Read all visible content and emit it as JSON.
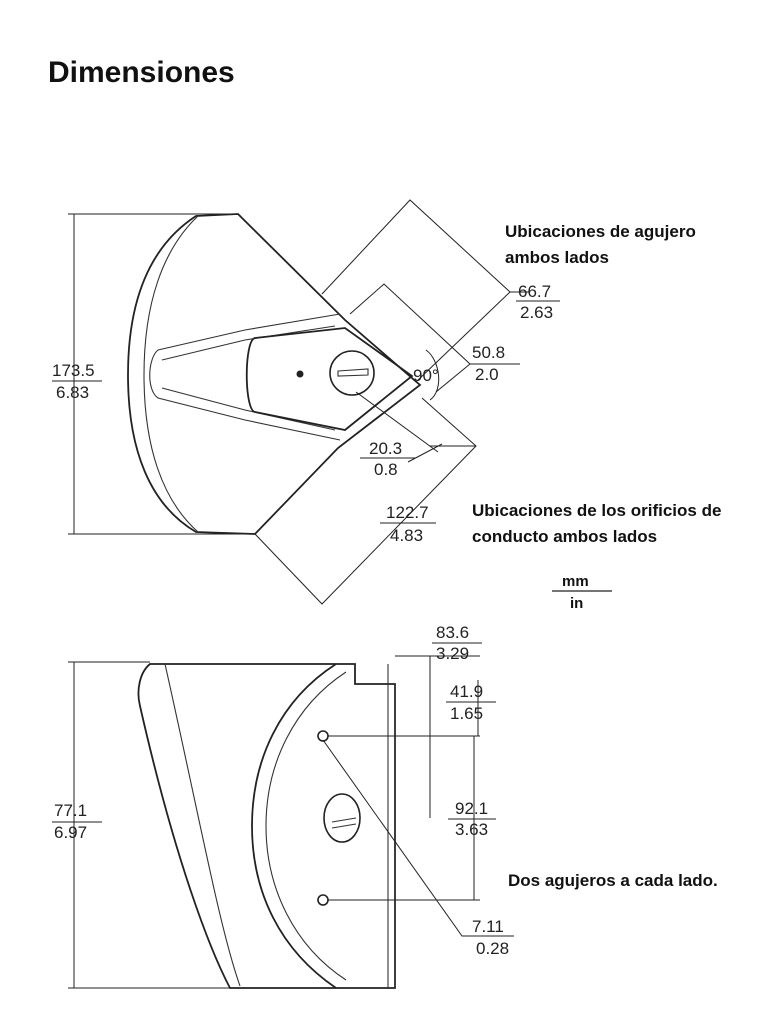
{
  "title": "Dimensiones",
  "notes": {
    "hole_locations": [
      "Ubicaciones de agujero",
      "ambos lados"
    ],
    "conduit_locations": [
      "Ubicaciones de los orificios de",
      "conducto ambos lados"
    ],
    "two_holes": "Dos agujeros a cada lado."
  },
  "units": {
    "top": "mm",
    "bottom": "in"
  },
  "top_view": {
    "height": {
      "mm": "173.5",
      "in": "6.83"
    },
    "d1": {
      "mm": "66.7",
      "in": "2.63"
    },
    "d2": {
      "mm": "50.8",
      "in": "2.0"
    },
    "d3": {
      "mm": "20.3",
      "in": "0.8"
    },
    "d4": {
      "mm": "122.7",
      "in": "4.83"
    },
    "angle": "90°"
  },
  "side_view": {
    "height": {
      "mm": "77.1",
      "in": "6.97"
    },
    "depth": {
      "mm": "83.6",
      "in": "3.29"
    },
    "offset": {
      "mm": "41.9",
      "in": "1.65"
    },
    "spacing": {
      "mm": "92.1",
      "in": "3.63"
    },
    "hole": {
      "mm": "7.11",
      "in": "0.28"
    }
  }
}
